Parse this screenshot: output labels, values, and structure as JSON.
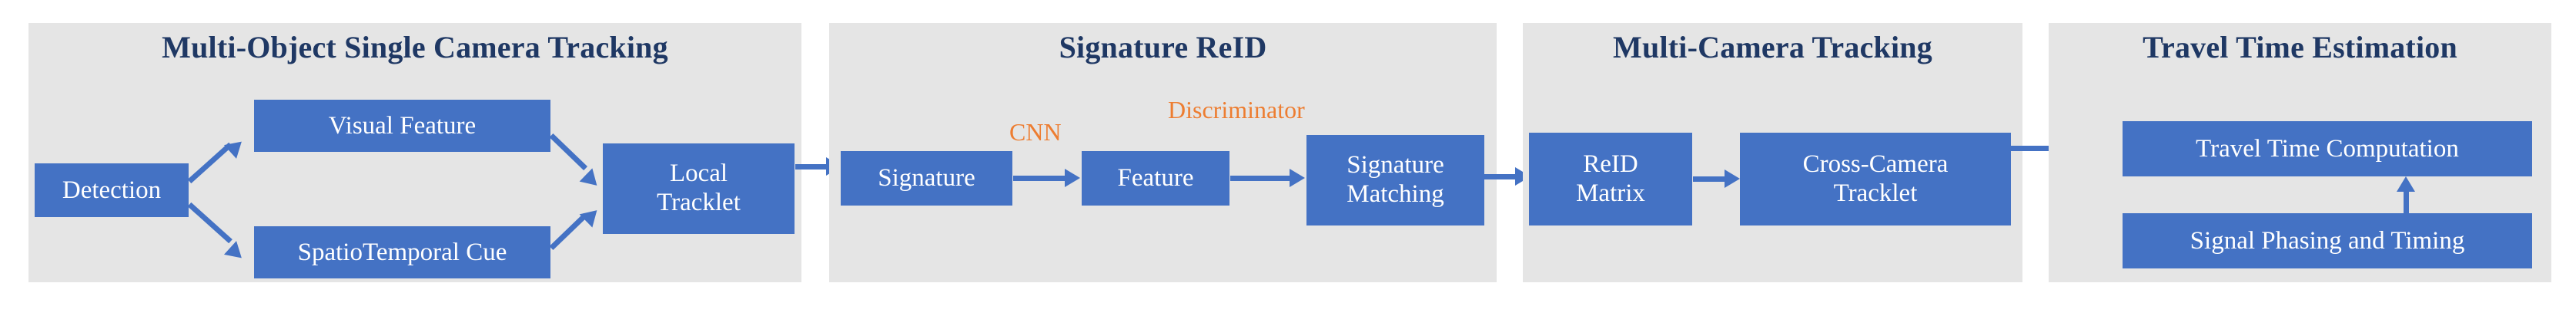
{
  "diagram": {
    "title_color": "#1F3864",
    "node_color": "#4472C4",
    "panel_color": "#E5E5E5",
    "label_color": "#ED7D31",
    "panels": [
      {
        "id": "multi-object-single-camera-tracking",
        "title": "Multi-Object Single Camera Tracking",
        "nodes": [
          {
            "id": "detection",
            "label": "Detection"
          },
          {
            "id": "visual-feature",
            "label": "Visual Feature"
          },
          {
            "id": "spatiotemporal-cue",
            "label": "SpatioTemporal Cue"
          },
          {
            "id": "local-tracklet",
            "label": "Local\nTracklet",
            "line1": "Local",
            "line2": "Tracklet"
          }
        ],
        "edge_labels": []
      },
      {
        "id": "signature-reid",
        "title": "Signature ReID",
        "nodes": [
          {
            "id": "signature",
            "label": "Signature"
          },
          {
            "id": "feature",
            "label": "Feature"
          },
          {
            "id": "signature-matching",
            "label": "Signature\nMatching",
            "line1": "Signature",
            "line2": "Matching"
          }
        ],
        "edge_labels": [
          {
            "id": "cnn",
            "label": "CNN"
          },
          {
            "id": "discriminator",
            "label": "Discriminator"
          }
        ]
      },
      {
        "id": "multi-camera-tracking",
        "title": "Multi-Camera Tracking",
        "nodes": [
          {
            "id": "reid-matrix",
            "label": "ReID\nMatrix",
            "line1": "ReID",
            "line2": "Matrix"
          },
          {
            "id": "cross-camera-tracklet",
            "label": "Cross-Camera\nTracklet",
            "line1": "Cross-Camera",
            "line2": "Tracklet"
          }
        ],
        "edge_labels": []
      },
      {
        "id": "travel-time-estimation",
        "title": "Travel Time Estimation",
        "nodes": [
          {
            "id": "travel-time-computation",
            "label": "Travel Time Computation"
          },
          {
            "id": "signal-phasing-and-timing",
            "label": "Signal Phasing and Timing"
          }
        ],
        "edge_labels": []
      }
    ]
  }
}
